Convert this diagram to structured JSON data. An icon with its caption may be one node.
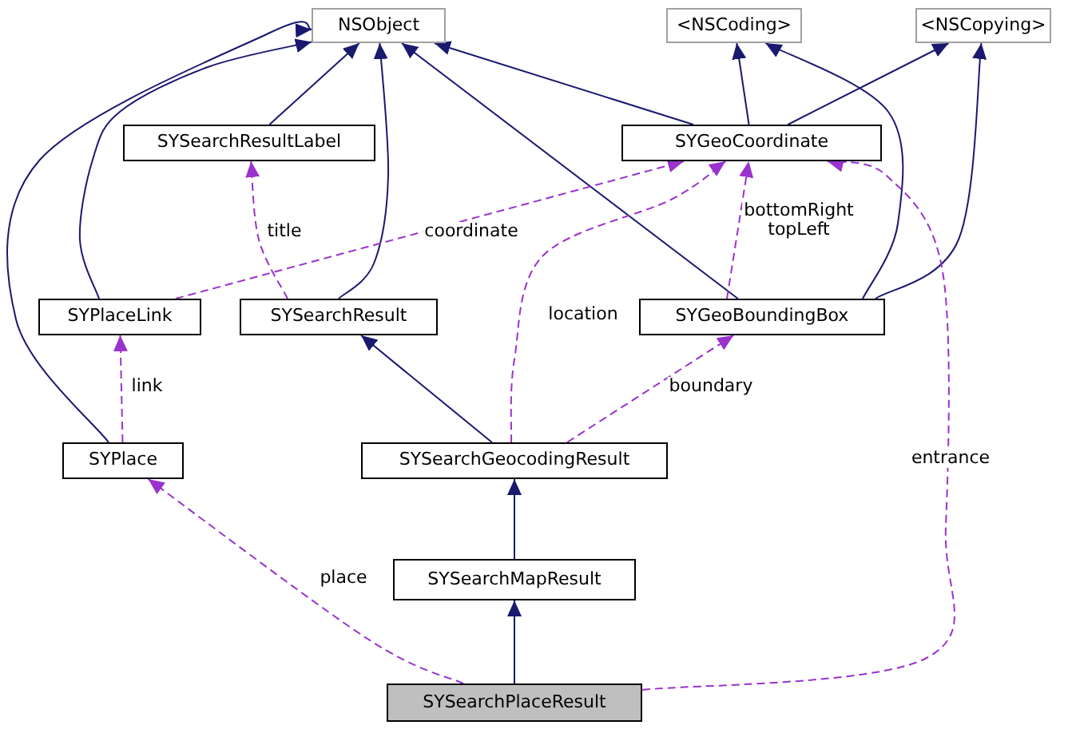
{
  "diagram": {
    "nodes": [
      {
        "text": [
          "NSObject"
        ]
      },
      {
        "text": [
          "<NSCoding>"
        ]
      },
      {
        "text": [
          "<NSCopying>"
        ]
      },
      {
        "text": [
          "SYSearchResultLabel"
        ]
      },
      {
        "text": [
          "SYGeoCoordinate"
        ]
      },
      {
        "text": [
          "SYPlaceLink"
        ]
      },
      {
        "text": [
          "SYSearchResult"
        ]
      },
      {
        "text": [
          "SYGeoBoundingBox"
        ]
      },
      {
        "text": [
          "SYPlace"
        ]
      },
      {
        "text": [
          "SYSearchGeocodingResult"
        ]
      },
      {
        "text": [
          "SYSearchMapResult"
        ]
      },
      {
        "text": [
          "SYSearchPlaceResult"
        ]
      }
    ],
    "edges": [
      {
        "from": 3,
        "to": 0,
        "arrow": "to"
      },
      {
        "from": 4,
        "to": 0,
        "arrow": "to"
      },
      {
        "from": 4,
        "to": 1,
        "arrow": "to"
      },
      {
        "from": 4,
        "to": 2,
        "arrow": "to"
      },
      {
        "from": 5,
        "to": 0,
        "arrow": "to"
      },
      {
        "from": 6,
        "to": 0,
        "arrow": "to"
      },
      {
        "from": 7,
        "to": 0,
        "arrow": "to"
      },
      {
        "from": 7,
        "to": 1,
        "arrow": "to"
      },
      {
        "from": 7,
        "to": 2,
        "arrow": "to"
      },
      {
        "from": 8,
        "to": 0,
        "arrow": "to"
      },
      {
        "from": 9,
        "to": 6,
        "arrow": "to"
      },
      {
        "from": 10,
        "to": 9,
        "arrow": "to"
      },
      {
        "from": 11,
        "to": 10,
        "arrow": "to"
      },
      {
        "from": 5,
        "to": 4,
        "arrow": "to",
        "label": "coordinate",
        "style": "dashed",
        "color": "#9a32cd"
      },
      {
        "from": 6,
        "to": 3,
        "arrow": "to",
        "label": "title",
        "style": "dashed",
        "color": "#9a32cd"
      },
      {
        "from": 9,
        "to": 4,
        "arrow": "to",
        "label": "location",
        "style": "dashed",
        "color": "#9a32cd"
      },
      {
        "from": 7,
        "to": 4,
        "arrow": "to",
        "label": "bottomRight topLeft",
        "style": "dashed",
        "color": "#9a32cd"
      },
      {
        "from": 9,
        "to": 7,
        "arrow": "to",
        "label": "boundary",
        "style": "dashed",
        "color": "#9a32cd"
      },
      {
        "from": 8,
        "to": 5,
        "arrow": "to",
        "label": "link",
        "style": "dashed",
        "color": "#9a32cd"
      },
      {
        "from": 11,
        "to": 8,
        "arrow": "to",
        "label": "place",
        "style": "dashed",
        "color": "#9a32cd"
      },
      {
        "from": 11,
        "to": 4,
        "arrow": "to",
        "label": "entrance",
        "style": "dashed",
        "color": "#9a32cd"
      }
    ]
  }
}
